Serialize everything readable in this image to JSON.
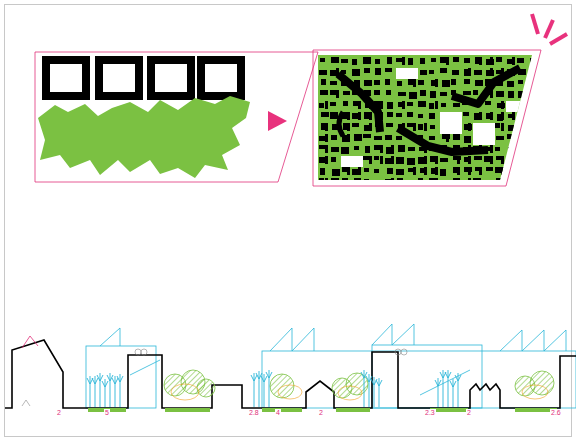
{
  "diagram": {
    "labels": [
      "2",
      "5",
      "2.8",
      "4",
      "2",
      "2.3",
      "2",
      "2.6"
    ]
  }
}
